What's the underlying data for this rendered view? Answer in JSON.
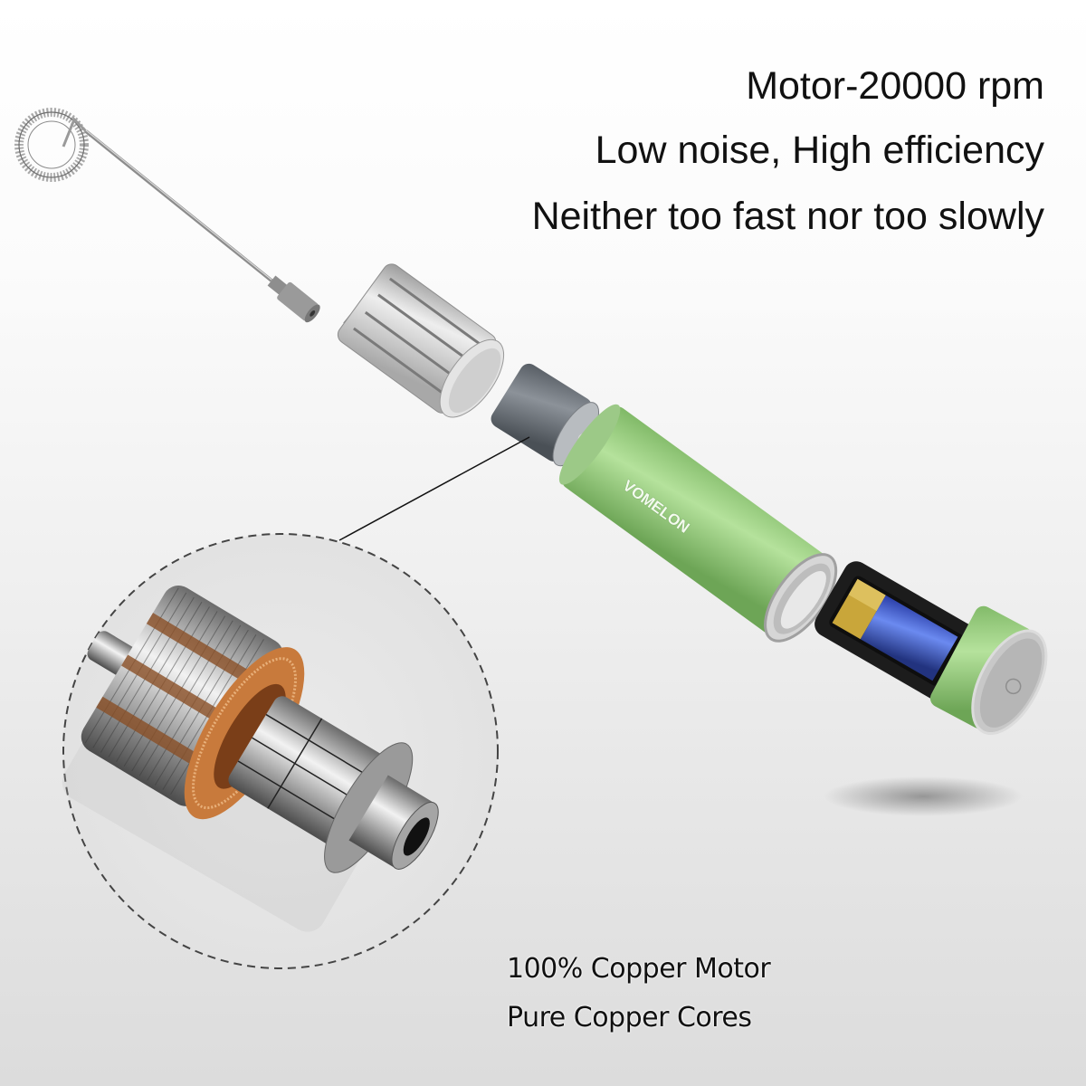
{
  "headline": {
    "line1": "Motor-20000 rpm",
    "line2": "Low noise, High efficiency",
    "line3": "Neither too fast nor too slowly"
  },
  "caption": {
    "line1": "100% Copper Motor",
    "line2": "Pure Copper Cores"
  },
  "product": {
    "brand": "VOMELON",
    "parts": [
      "whisk-head",
      "whisk-shaft",
      "shaft-coupler",
      "motor-housing",
      "dc-motor",
      "green-handle-tube",
      "battery-holder",
      "aa-battery",
      "green-end-cap"
    ],
    "colors": {
      "handle_green": "#9ccf84",
      "battery_blue": "#3b55c8",
      "battery_gold": "#c9a63a",
      "copper": "#c87a3c",
      "motor_gray": "#6d737a"
    }
  },
  "detail_callout": {
    "subject": "copper motor rotor close-up",
    "border_style": "dashed"
  }
}
